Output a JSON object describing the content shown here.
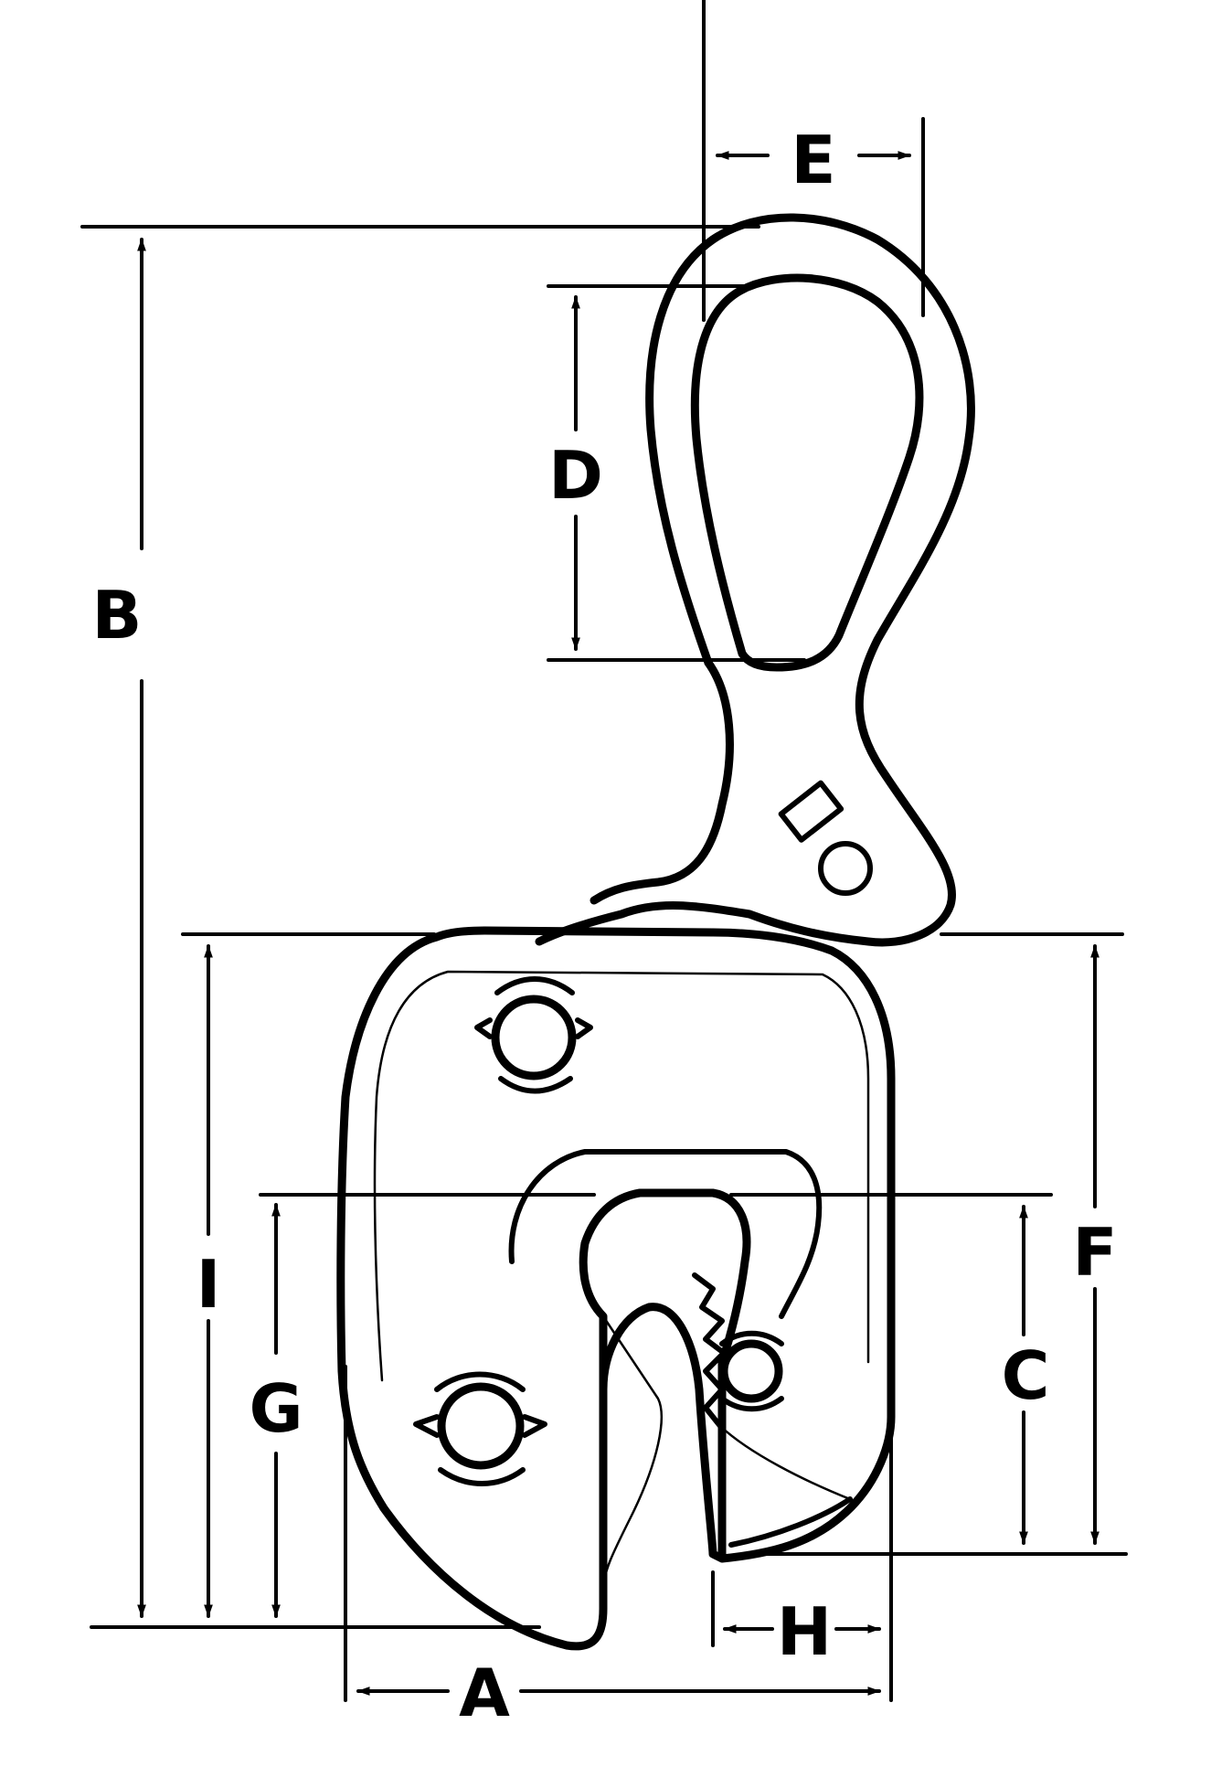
{
  "labels": {
    "A": "A",
    "B": "B",
    "C": "C",
    "D": "D",
    "E": "E",
    "F": "F",
    "G": "G",
    "H": "H",
    "I": "I"
  },
  "colors": {
    "ink": "#000000",
    "paper": "#ffffff"
  }
}
